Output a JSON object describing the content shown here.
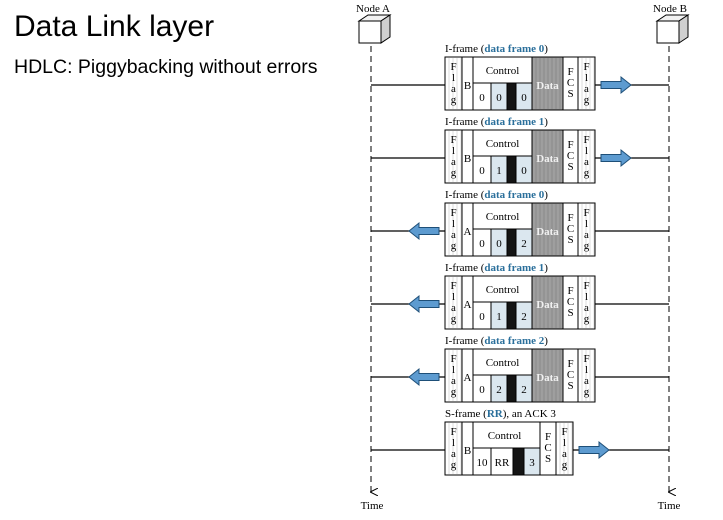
{
  "title": "Data Link layer",
  "subtitle": "HDLC: Piggybacking without errors",
  "nodes": {
    "a": "Node A",
    "b": "Node B"
  },
  "time_label": "Time",
  "colors": {
    "accent": "#2a6f9b",
    "arrow_fill": "#5d9bd0",
    "data_fill": "#9a9a9a",
    "light_cell": "#dbe7ef",
    "dark_cell": "#141414",
    "stripe": "#dcdcdc"
  },
  "frames": [
    {
      "prefix": "I-frame (",
      "highlight": "data frame 0",
      "suffix": ")",
      "address": "B",
      "flag_letters": [
        "F",
        "l",
        "a",
        "g"
      ],
      "control_label": "Control",
      "c1": "0",
      "c2": "0",
      "c3": "0",
      "data_label": "Data",
      "fcs_letters": [
        "F",
        "C",
        "S"
      ],
      "direction": "right"
    },
    {
      "prefix": "I-frame (",
      "highlight": "data frame 1",
      "suffix": ")",
      "address": "B",
      "flag_letters": [
        "F",
        "l",
        "a",
        "g"
      ],
      "control_label": "Control",
      "c1": "0",
      "c2": "1",
      "c3": "0",
      "data_label": "Data",
      "fcs_letters": [
        "F",
        "C",
        "S"
      ],
      "direction": "right"
    },
    {
      "prefix": "I-frame (",
      "highlight": "data frame 0",
      "suffix": ")",
      "address": "A",
      "flag_letters": [
        "F",
        "l",
        "a",
        "g"
      ],
      "control_label": "Control",
      "c1": "0",
      "c2": "0",
      "c3": "2",
      "data_label": "Data",
      "fcs_letters": [
        "F",
        "C",
        "S"
      ],
      "direction": "left"
    },
    {
      "prefix": "I-frame (",
      "highlight": "data frame 1",
      "suffix": ")",
      "address": "A",
      "flag_letters": [
        "F",
        "l",
        "a",
        "g"
      ],
      "control_label": "Control",
      "c1": "0",
      "c2": "1",
      "c3": "2",
      "data_label": "Data",
      "fcs_letters": [
        "F",
        "C",
        "S"
      ],
      "direction": "left"
    },
    {
      "prefix": "I-frame (",
      "highlight": "data frame 2",
      "suffix": ")",
      "address": "A",
      "flag_letters": [
        "F",
        "l",
        "a",
        "g"
      ],
      "control_label": "Control",
      "c1": "0",
      "c2": "2",
      "c3": "2",
      "data_label": "Data",
      "fcs_letters": [
        "F",
        "C",
        "S"
      ],
      "direction": "left"
    },
    {
      "prefix": "S-frame (",
      "highlight": "RR",
      "suffix": "), an ACK 3",
      "address": "B",
      "flag_letters": [
        "F",
        "l",
        "a",
        "g"
      ],
      "control_label": "Control",
      "c1": "10",
      "c2": "RR",
      "c3": "3",
      "data_label": "",
      "fcs_letters": [
        "F",
        "C",
        "S"
      ],
      "direction": "right"
    }
  ]
}
